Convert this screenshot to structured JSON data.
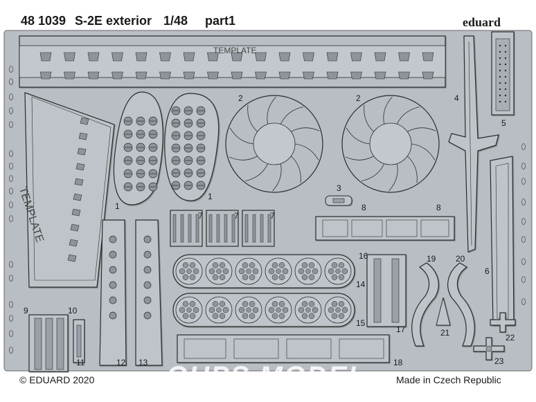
{
  "header": {
    "code": "48 1039",
    "title": "S-2E exterior",
    "scale": "1/48",
    "part": "part1",
    "brand": "eduard"
  },
  "footer": {
    "copyright": "© EDUARD 2020",
    "origin": "Made in Czech Republic",
    "watermark": "OUPS MODEL"
  },
  "template_labels": {
    "top_strip": "TEMPLATE",
    "left_plate": "TEMPLATE"
  },
  "part_numbers": {
    "p1a": "1",
    "p1b": "1",
    "p2a": "2",
    "p2b": "2",
    "p3": "3",
    "p4": "4",
    "p5": "5",
    "p6": "6",
    "p7a": "7",
    "p7b": "7",
    "p7c": "7",
    "p8a": "8",
    "p8b": "8",
    "p9": "9",
    "p10": "10",
    "p11": "11",
    "p12": "12",
    "p13": "13",
    "p14": "14",
    "p15": "15",
    "p16": "16",
    "p17": "17",
    "p18": "18",
    "p19": "19",
    "p20": "20",
    "p21": "21",
    "p22": "22",
    "p23": "23"
  },
  "colors": {
    "fret": "#b9bec5",
    "metal_shadow": "#8e949b",
    "line": "#2b2b2b",
    "background": "#ffffff"
  }
}
